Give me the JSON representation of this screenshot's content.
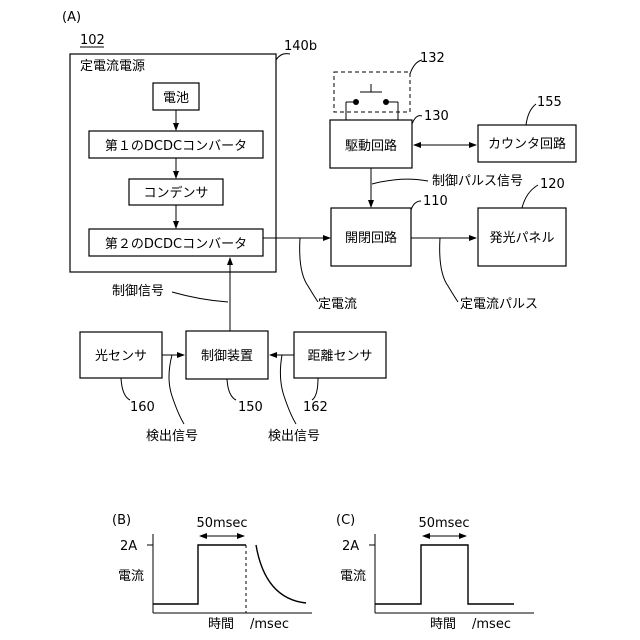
{
  "panel_labels": {
    "a": "(A)",
    "b": "(B)",
    "c": "(C)"
  },
  "refs": {
    "r102": "102",
    "r140b": "140b",
    "r132": "132",
    "r130": "130",
    "r155": "155",
    "r110": "110",
    "r120": "120",
    "r160": "160",
    "r150": "150",
    "r162": "162"
  },
  "power_unit": {
    "title": "定電流電源",
    "battery": "電池",
    "converter1": "第１のDCDCコンバータ",
    "capacitor": "コンデンサ",
    "converter2": "第２のDCDCコンバータ"
  },
  "blocks": {
    "drive": "駆動回路",
    "counter": "カウンタ回路",
    "switch": "開閉回路",
    "panel": "発光パネル",
    "light_sensor": "光センサ",
    "controller": "制御装置",
    "distance_sensor": "距離センサ"
  },
  "signals": {
    "control_pulse": "制御パルス信号",
    "control": "制御信号",
    "constant_current": "定電流",
    "constant_current_pulse": "定電流パルス",
    "detect_left": "検出信号",
    "detect_right": "検出信号"
  },
  "waveforms": {
    "b": {
      "pulse_width": "50msec",
      "level": "2A",
      "ylabel": "電流",
      "xlabel": "時間",
      "unit": "/msec"
    },
    "c": {
      "pulse_width": "50msec",
      "level": "2A",
      "ylabel": "電流",
      "xlabel": "時間",
      "unit": "/msec"
    }
  }
}
